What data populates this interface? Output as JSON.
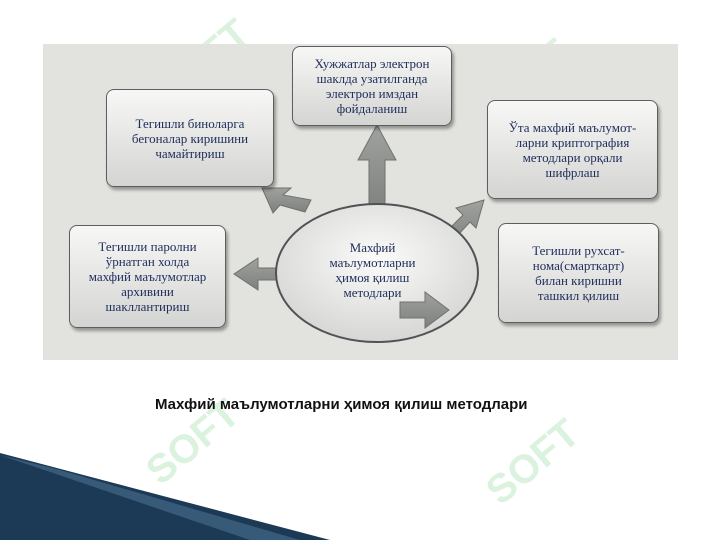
{
  "diagram": {
    "center": "Махфий\nмаълумотларни\nҳимоя қилиш\nметодлари",
    "nodes": [
      {
        "id": "top",
        "text": "Хужжатлар электрон\nшаклда узатилганда\nэлектрон имздан\nфойдаланиш"
      },
      {
        "id": "top-left",
        "text": "Тегишли биноларга\nбегоналар киришини\nчамайтириш"
      },
      {
        "id": "top-right",
        "text": "Ўта махфий маълумот-\nларни криптография\nметодлари орқали\nшифрлаш"
      },
      {
        "id": "left",
        "text": "Тегишли паролни\nўрнатган холда\nмахфий маълумотлар\nархивини\nшакллантириш"
      },
      {
        "id": "right",
        "text": "Тегишли рухсат-\nнома(смарткарт)\nбилан киришни\nташкил қилиш"
      }
    ]
  },
  "caption": "Махфий маълумотларни ҳимоя қилиш методлари",
  "watermark_text": "SOFT"
}
